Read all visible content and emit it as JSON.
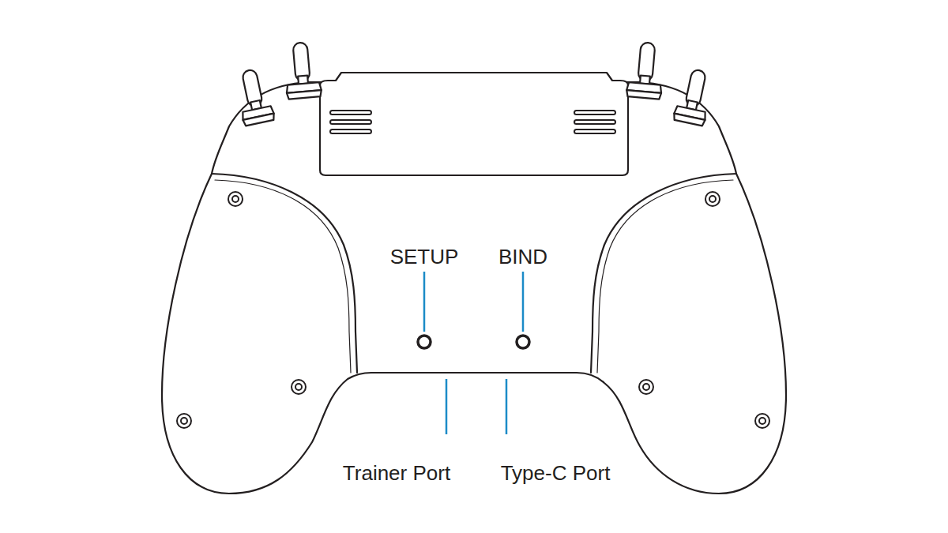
{
  "diagram": {
    "labels": [
      "SETUP",
      "BIND",
      "Trainer Port",
      "Type-C Port"
    ]
  }
}
